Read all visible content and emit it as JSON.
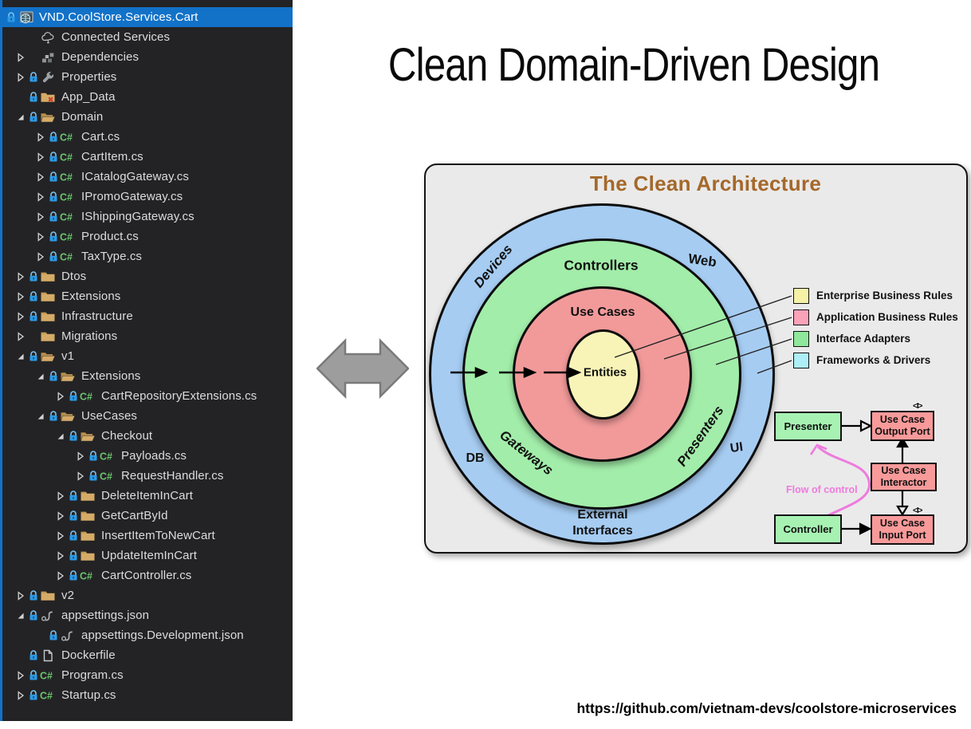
{
  "sidebar": {
    "bg_color": "#232325",
    "selection_color": "#1272c8",
    "items": [
      {
        "label": "VND.CoolStore.Services.Cart",
        "level": 0,
        "expander": "none",
        "lock": true,
        "icon": "project-globe",
        "selected": true
      },
      {
        "label": "Connected Services",
        "level": 1,
        "expander": "none",
        "lock": false,
        "icon": "cloud",
        "selected": false
      },
      {
        "label": "Dependencies",
        "level": 1,
        "expander": "collapsed",
        "lock": false,
        "icon": "dependencies",
        "selected": false
      },
      {
        "label": "Properties",
        "level": 1,
        "expander": "collapsed",
        "lock": true,
        "icon": "wrench",
        "selected": false
      },
      {
        "label": "App_Data",
        "level": 1,
        "expander": "none",
        "lock": true,
        "icon": "folder-x",
        "selected": false
      },
      {
        "label": "Domain",
        "level": 1,
        "expander": "expanded",
        "lock": true,
        "icon": "folder-open",
        "selected": false
      },
      {
        "label": "Cart.cs",
        "level": 2,
        "expander": "collapsed",
        "lock": true,
        "icon": "csharp-file",
        "selected": false
      },
      {
        "label": "CartItem.cs",
        "level": 2,
        "expander": "collapsed",
        "lock": true,
        "icon": "csharp-file",
        "selected": false
      },
      {
        "label": "ICatalogGateway.cs",
        "level": 2,
        "expander": "collapsed",
        "lock": true,
        "icon": "csharp-file",
        "selected": false
      },
      {
        "label": "IPromoGateway.cs",
        "level": 2,
        "expander": "collapsed",
        "lock": true,
        "icon": "csharp-file",
        "selected": false
      },
      {
        "label": "IShippingGateway.cs",
        "level": 2,
        "expander": "collapsed",
        "lock": true,
        "icon": "csharp-file",
        "selected": false
      },
      {
        "label": "Product.cs",
        "level": 2,
        "expander": "collapsed",
        "lock": true,
        "icon": "csharp-file",
        "selected": false
      },
      {
        "label": "TaxType.cs",
        "level": 2,
        "expander": "collapsed",
        "lock": true,
        "icon": "csharp-file",
        "selected": false
      },
      {
        "label": "Dtos",
        "level": 1,
        "expander": "collapsed",
        "lock": true,
        "icon": "folder",
        "selected": false
      },
      {
        "label": "Extensions",
        "level": 1,
        "expander": "collapsed",
        "lock": true,
        "icon": "folder",
        "selected": false
      },
      {
        "label": "Infrastructure",
        "level": 1,
        "expander": "collapsed",
        "lock": true,
        "icon": "folder",
        "selected": false
      },
      {
        "label": "Migrations",
        "level": 1,
        "expander": "collapsed",
        "lock": false,
        "icon": "folder",
        "selected": false
      },
      {
        "label": "v1",
        "level": 1,
        "expander": "expanded",
        "lock": true,
        "icon": "folder-open",
        "selected": false
      },
      {
        "label": "Extensions",
        "level": 2,
        "expander": "expanded",
        "lock": true,
        "icon": "folder-open",
        "selected": false
      },
      {
        "label": "CartRepositoryExtensions.cs",
        "level": 3,
        "expander": "collapsed",
        "lock": true,
        "icon": "csharp-file",
        "selected": false
      },
      {
        "label": "UseCases",
        "level": 2,
        "expander": "expanded",
        "lock": true,
        "icon": "folder-open",
        "selected": false
      },
      {
        "label": "Checkout",
        "level": 3,
        "expander": "expanded",
        "lock": true,
        "icon": "folder-open",
        "selected": false
      },
      {
        "label": "Payloads.cs",
        "level": 4,
        "expander": "collapsed",
        "lock": true,
        "icon": "csharp-file",
        "selected": false
      },
      {
        "label": "RequestHandler.cs",
        "level": 4,
        "expander": "collapsed",
        "lock": true,
        "icon": "csharp-file",
        "selected": false
      },
      {
        "label": "DeleteItemInCart",
        "level": 3,
        "expander": "collapsed",
        "lock": true,
        "icon": "folder",
        "selected": false
      },
      {
        "label": "GetCartById",
        "level": 3,
        "expander": "collapsed",
        "lock": true,
        "icon": "folder",
        "selected": false
      },
      {
        "label": "InsertItemToNewCart",
        "level": 3,
        "expander": "collapsed",
        "lock": true,
        "icon": "folder",
        "selected": false
      },
      {
        "label": "UpdateItemInCart",
        "level": 3,
        "expander": "collapsed",
        "lock": true,
        "icon": "folder",
        "selected": false
      },
      {
        "label": "CartController.cs",
        "level": 3,
        "expander": "collapsed",
        "lock": true,
        "icon": "csharp-file",
        "selected": false
      },
      {
        "label": "v2",
        "level": 1,
        "expander": "collapsed",
        "lock": true,
        "icon": "folder",
        "selected": false
      },
      {
        "label": "appsettings.json",
        "level": 1,
        "expander": "expanded",
        "lock": true,
        "icon": "json-file",
        "selected": false
      },
      {
        "label": "appsettings.Development.json",
        "level": 2,
        "expander": "none",
        "lock": true,
        "icon": "json-file",
        "selected": false
      },
      {
        "label": "Dockerfile",
        "level": 1,
        "expander": "none",
        "lock": true,
        "icon": "file",
        "selected": false
      },
      {
        "label": "Program.cs",
        "level": 1,
        "expander": "collapsed",
        "lock": true,
        "icon": "csharp-file",
        "selected": false
      },
      {
        "label": "Startup.cs",
        "level": 1,
        "expander": "collapsed",
        "lock": true,
        "icon": "csharp-file",
        "selected": false
      }
    ]
  },
  "main": {
    "title": "Clean Domain-Driven Design",
    "footer_link": "https://github.com/vietnam-devs/coolstore-microservices"
  },
  "diagram": {
    "title": "The Clean Architecture",
    "title_color": "#a5682a",
    "ring_colors": {
      "outer_blue": "#a6ccf2",
      "green": "#a2eda9",
      "pink": "#f29a9a",
      "yellow": "#f8f4b8"
    },
    "labels": {
      "devices": "Devices",
      "web": "Web",
      "controllers": "Controllers",
      "use_cases": "Use Cases",
      "entities": "Entities",
      "gateways": "Gateways",
      "presenters": "Presenters",
      "db": "DB",
      "ui": "UI",
      "external_line1": "External",
      "external_line2": "Interfaces"
    },
    "legend": [
      {
        "label": "Enterprise Business Rules",
        "color": "#f5f2a8"
      },
      {
        "label": "Application Business Rules",
        "color": "#f9a2b8"
      },
      {
        "label": "Interface Adapters",
        "color": "#8fe89b"
      },
      {
        "label": "Frameworks & Drivers",
        "color": "#aeeef6"
      }
    ],
    "flow": {
      "presenter": "Presenter",
      "controller": "Controller",
      "output_port_line1": "Use Case",
      "output_port_line2": "Output Port",
      "interactor_line1": "Use Case",
      "interactor_line2": "Interactor",
      "input_port_line1": "Use Case",
      "input_port_line2": "Input Port",
      "flow_of_control": "Flow of control",
      "interface_marker": "<I>",
      "green_box_color": "#a7f2b3",
      "pink_box_color": "#f89a9a",
      "control_flow_color": "#ee7bde"
    }
  }
}
